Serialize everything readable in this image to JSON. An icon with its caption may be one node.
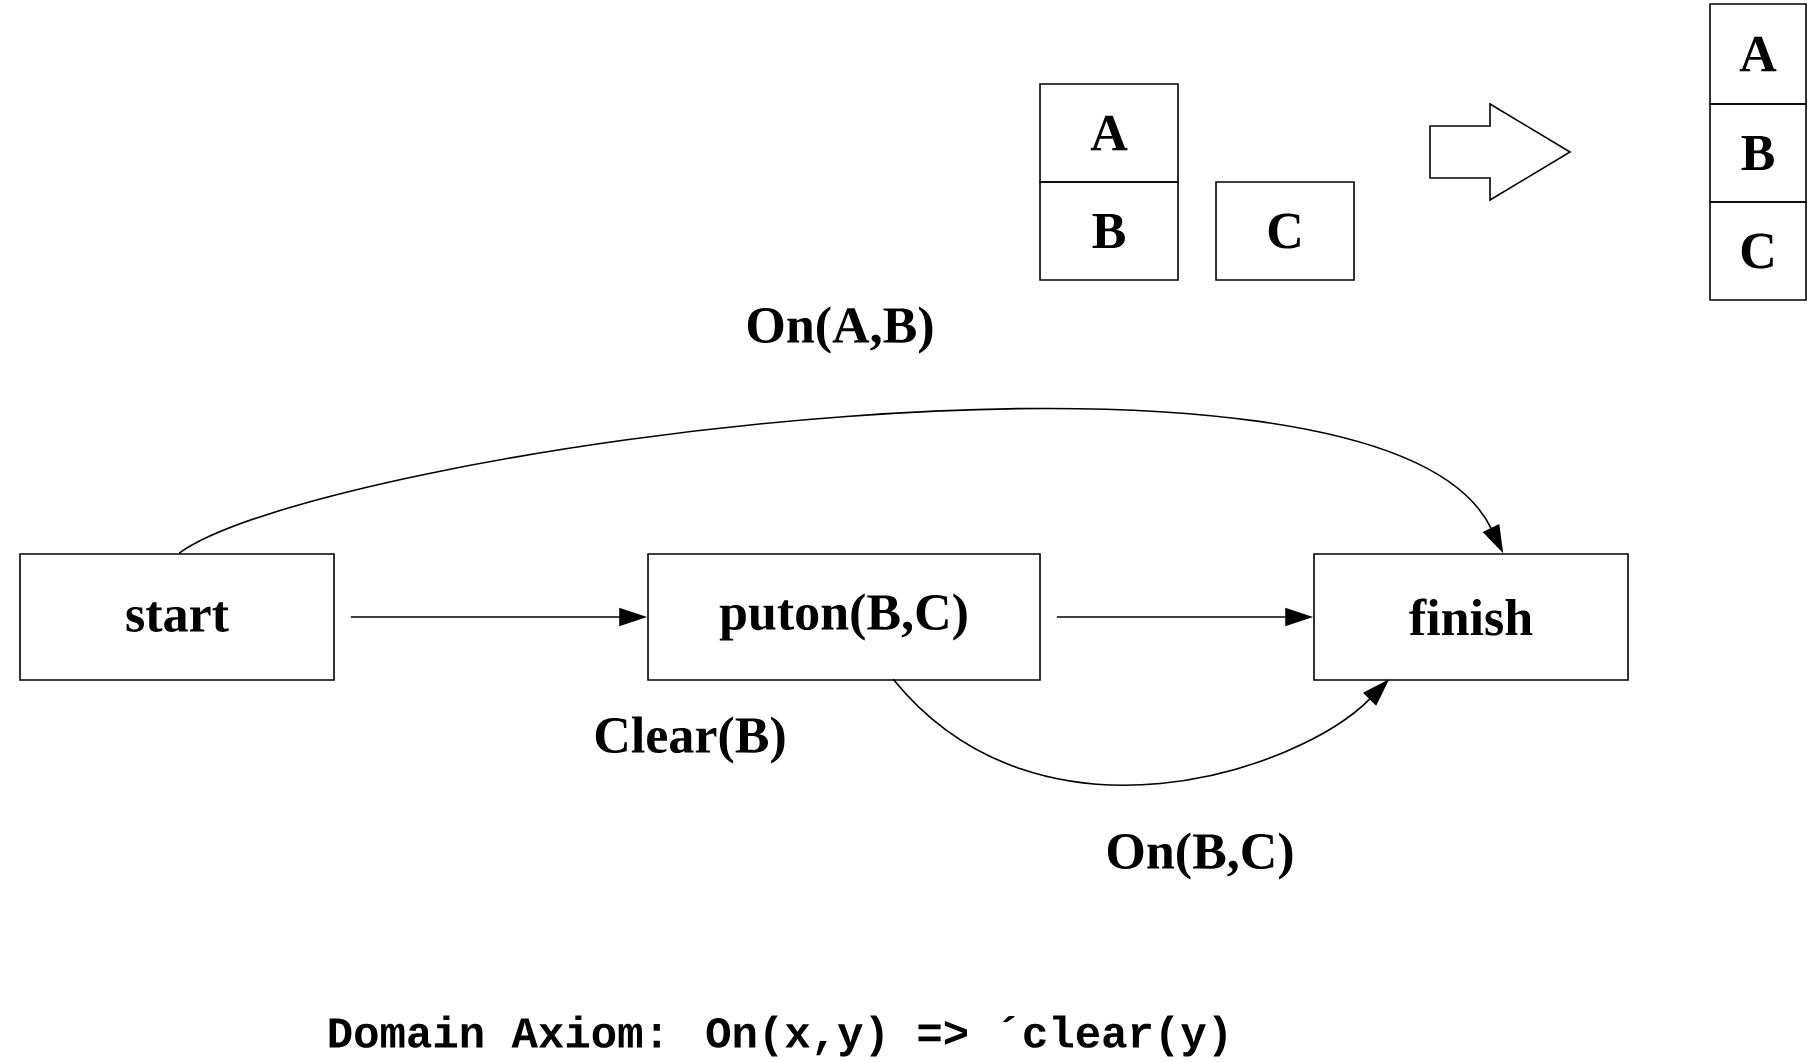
{
  "diagram": {
    "nodes": [
      {
        "text": [
          "start"
        ]
      },
      {
        "text": [
          "puton(B,C)"
        ]
      },
      {
        "text": [
          "finish"
        ]
      },
      {
        "text": [
          "A"
        ]
      },
      {
        "text": [
          "B"
        ]
      },
      {
        "text": [
          "C"
        ]
      },
      {
        "text": [
          "A"
        ]
      },
      {
        "text": [
          "B"
        ]
      },
      {
        "text": [
          "C"
        ]
      }
    ],
    "edges": [
      {
        "from": 0,
        "to": 1,
        "arrow": "to"
      },
      {
        "from": 1,
        "to": 2,
        "arrow": "to"
      },
      {
        "from": 0,
        "to": 2,
        "arrow": "to",
        "label": "On(A,B)"
      },
      {
        "from": 1,
        "to": 2,
        "arrow": "to",
        "label": "On(B,C)"
      }
    ],
    "labels": [
      "Clear(B)",
      "Domain Axiom: On(x,y) => ´clear(y)"
    ]
  }
}
